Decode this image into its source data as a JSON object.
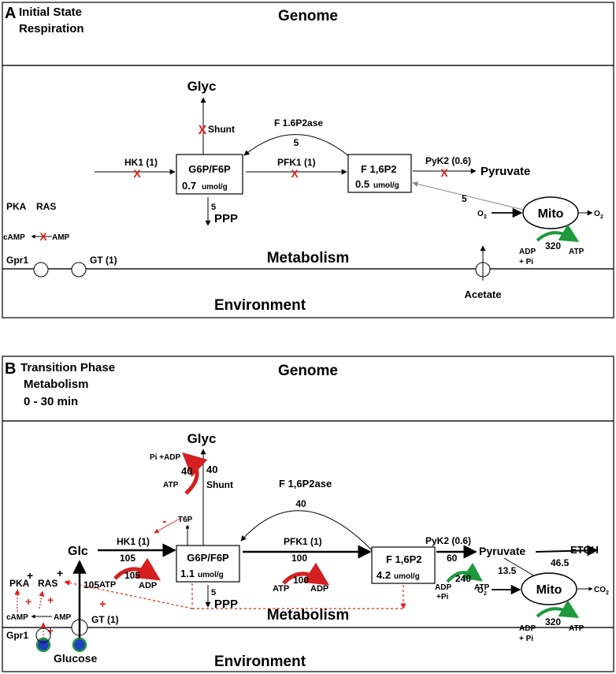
{
  "panel_a": {
    "letter": "A",
    "title_line1": "Initial State",
    "title_line2": "Respiration",
    "genome": "Genome",
    "metabolism": "Metabolism",
    "environment": "Environment",
    "glyc": "Glyc",
    "shunt": "Shunt",
    "f16p2ase": "F 1.6P2ase",
    "f16p2ase_flux": "5",
    "hk1": "HK1 (1)",
    "g6p_label": "G6P/F6P",
    "g6p_value": "0.7",
    "unit": "umol/g",
    "pfk1": "PFK1 (1)",
    "f16p2_label": "F 1,6P2",
    "f16p2_value": "0.5",
    "pyk2": "PyK2 (0.6)",
    "pyruvate": "Pyruvate",
    "ppp": "PPP",
    "ppp_flux": "5",
    "mito_back_flux": "5",
    "mito": "Mito",
    "o2": "O",
    "o2_sub": "2",
    "o2_out": "O",
    "o2_out_sub": "2",
    "pka": "PKA",
    "ras": "RAS",
    "camp": "cAMP",
    "amp": "AMP",
    "gpr1": "Gpr1",
    "gt": "GT (1)",
    "adp": "ADP",
    "pi": "+ Pi",
    "atp_flux": "320",
    "atp": "ATP",
    "acetate": "Acetate"
  },
  "panel_b": {
    "letter": "B",
    "title_line1": "Transition Phase",
    "title_line2": "Metabolism",
    "title_line3": "0 - 30 min",
    "genome": "Genome",
    "metabolism": "Metabolism",
    "environment": "Environment",
    "glyc": "Glyc",
    "pi_adp": "Pi +ADP",
    "glyc_atp_flux": "40",
    "glyc_atp": "ATP",
    "glyc_flux": "40",
    "shunt": "Shunt",
    "t6p": "T6P",
    "minus": "-",
    "f16p2ase": "F 1,6P2ase",
    "f16p2ase_flux": "40",
    "glc": "Glc",
    "hk1": "HK1 (1)",
    "hk1_flux": "105",
    "hk1_atp_flux": "105",
    "atp": "ATP",
    "adp": "ADP",
    "g6p_label": "G6P/F6P",
    "g6p_value": "1.1",
    "unit": "umol/g",
    "pfk1": "PFK1 (1)",
    "pfk1_flux": "100",
    "pfk1_atp_flux": "100",
    "f16p2_label": "F 1,6P2",
    "f16p2_value": "4.2",
    "pyk2": "PyK2 (0.6)",
    "pyk2_flux": "60",
    "pyk2_atp_flux": "240",
    "pyk2_adp": "ADP",
    "pyk2_pi": "+Pi",
    "pyk2_atp": "ATP",
    "pyruvate": "Pyruvate",
    "etoh": "ETOH",
    "etoh_flux": "46.5",
    "mito_flux": "13.5",
    "o2": "O",
    "o2_sub": "2",
    "mito": "Mito",
    "co2": "CO",
    "co2_sub": "2",
    "mito_adp": "ADP",
    "mito_pi": "+ Pi",
    "mito_atp_flux": "320",
    "mito_atp": "ATP",
    "ppp": "PPP",
    "ppp_flux": "5",
    "pka": "PKA",
    "ras": "RAS",
    "plus": "+",
    "camp": "cAMP",
    "amp": "AMP",
    "glucose_flux": "105",
    "gpr1": "Gpr1",
    "gt": "GT (1)",
    "glucose": "Glucose"
  },
  "colors": {
    "inhibition": "#e01e1e",
    "atp_red_arc": "#d42020",
    "atp_green_arc": "#1e9a3c",
    "receptor_fill": "#1f3fbf",
    "receptor_ring": "#1e9a3c"
  }
}
